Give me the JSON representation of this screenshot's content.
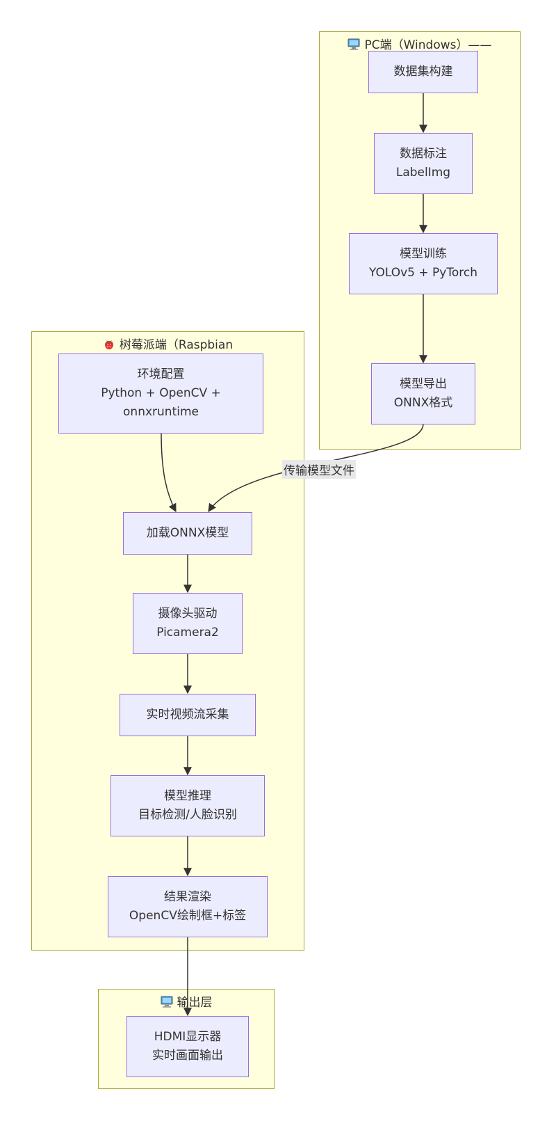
{
  "clusters": {
    "pc": {
      "icon": "computer-icon",
      "title": "PC端（Windows）——"
    },
    "pi": {
      "icon": "strawberry-icon",
      "title": "树莓派端（Raspbian"
    },
    "out": {
      "icon": "computer-icon",
      "title": "输出层"
    }
  },
  "nodes": {
    "dataset": {
      "line1": "数据集构建"
    },
    "label": {
      "line1": "数据标注",
      "line2": "LabelImg"
    },
    "train": {
      "line1": "模型训练",
      "line2": "YOLOv5 + PyTorch"
    },
    "export": {
      "line1": "模型导出",
      "line2": "ONNX格式"
    },
    "env": {
      "line1": "环境配置",
      "line2": "Python + OpenCV +",
      "line3": "onnxruntime"
    },
    "load": {
      "line1": "加载ONNX模型"
    },
    "camera": {
      "line1": "摄像头驱动",
      "line2": "Picamera2"
    },
    "stream": {
      "line1": "实时视频流采集"
    },
    "infer": {
      "line1": "模型推理",
      "line2": "目标检测/人脸识别"
    },
    "render": {
      "line1": "结果渲染",
      "line2": "OpenCV绘制框+标签"
    },
    "hdmi": {
      "line1": "HDMI显示器",
      "line2": "实时画面输出"
    }
  },
  "edges": {
    "transfer_label": "传输模型文件"
  },
  "colors": {
    "cluster_fill": "#ffffde",
    "cluster_stroke": "#aaaa33",
    "node_fill": "#ececff",
    "node_stroke": "#9370db",
    "edge": "#333333"
  }
}
